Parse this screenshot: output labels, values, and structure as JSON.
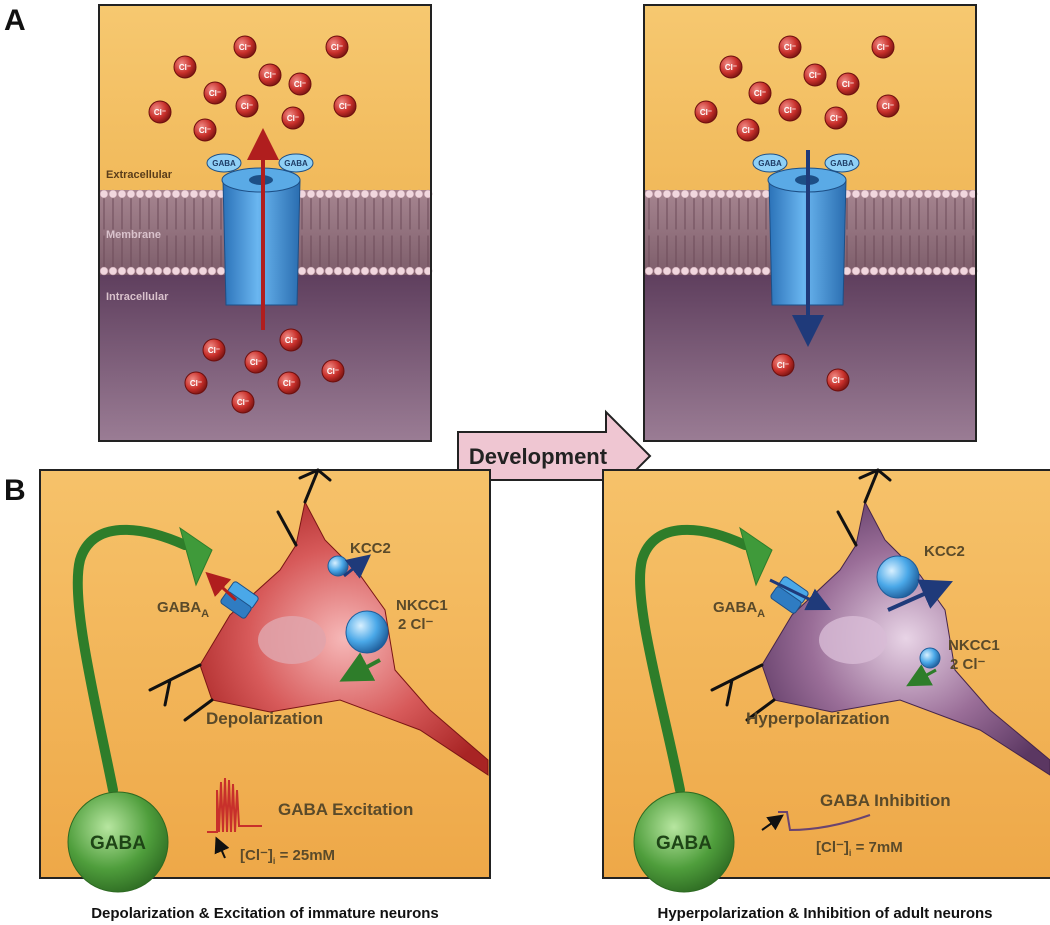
{
  "panel_a": {
    "letter": "A",
    "extracellular": "Extracellular",
    "membrane": "Membrane",
    "intracellular": "Intracellular",
    "ion": "Cl⁻",
    "receptor_label": "GABA"
  },
  "development_arrow": "Development",
  "panel_b": {
    "letter": "B",
    "left": {
      "receptor": "GABA",
      "receptor_sub": "A",
      "kcc2": "KCC2",
      "nkcc1_line1": "NKCC1",
      "nkcc1_line2": "2 Cl⁻",
      "state": "Depolarization",
      "effect": "GABA Excitation",
      "conc_prefix": "[Cl⁻]",
      "conc_sub": "i",
      "conc_value": " = 25mM",
      "sphere": "GABA",
      "caption": "Depolarization & Excitation of immature neurons"
    },
    "right": {
      "receptor": "GABA",
      "receptor_sub": "A",
      "kcc2": "KCC2",
      "nkcc1_line1": "NKCC1",
      "nkcc1_line2": "2 Cl⁻",
      "state": "Hyperpolarization",
      "effect": "GABA Inhibition",
      "conc_prefix": "[Cl⁻]",
      "conc_sub": "i",
      "conc_value": " = 7mM",
      "sphere": "GABA",
      "caption": "Hyperpolarization & Inhibition of adult neurons"
    }
  },
  "colors": {
    "extracellular": "#f2b24c",
    "intracellular": "#6e4f6e",
    "membrane": "#8b6a78",
    "ion": "#c9302c",
    "channel": "#3a8fd6",
    "neuron_immature": "#c23b3b",
    "neuron_adult": "#6a4470",
    "axon": "#3f9a3a",
    "arrow_out": "#b01e1e",
    "arrow_in": "#1f3a7a",
    "development_arrow": "#efc6d2"
  },
  "icons": [
    "chloride-ion-icon",
    "gaba-receptor-channel-icon",
    "development-arrow-icon",
    "gaba-sphere-icon"
  ]
}
